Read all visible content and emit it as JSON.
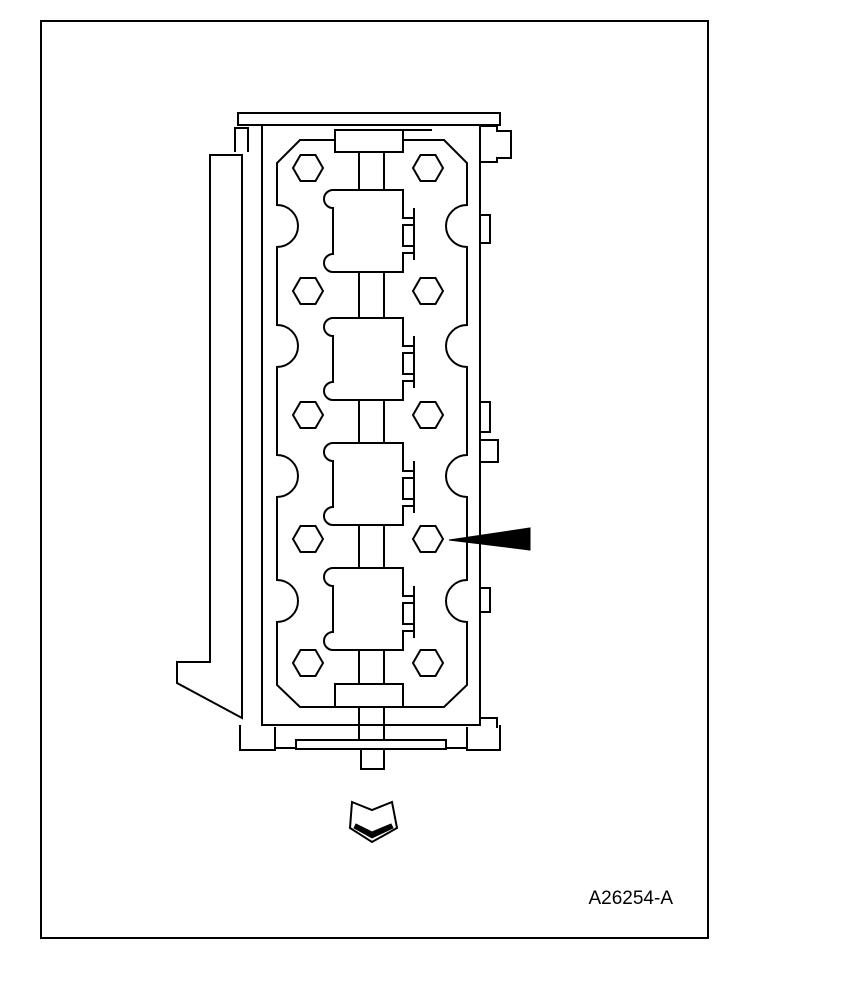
{
  "figure": {
    "reference_code": "A26254-A",
    "colors": {
      "line": "#000000",
      "background": "#ffffff"
    },
    "bolt_count": 10,
    "lobe_count": 4,
    "indicator": {
      "shape": "arrow-pointing-left",
      "target": "bolt-right-4"
    },
    "direction_marker": "chevron-down-icon"
  }
}
